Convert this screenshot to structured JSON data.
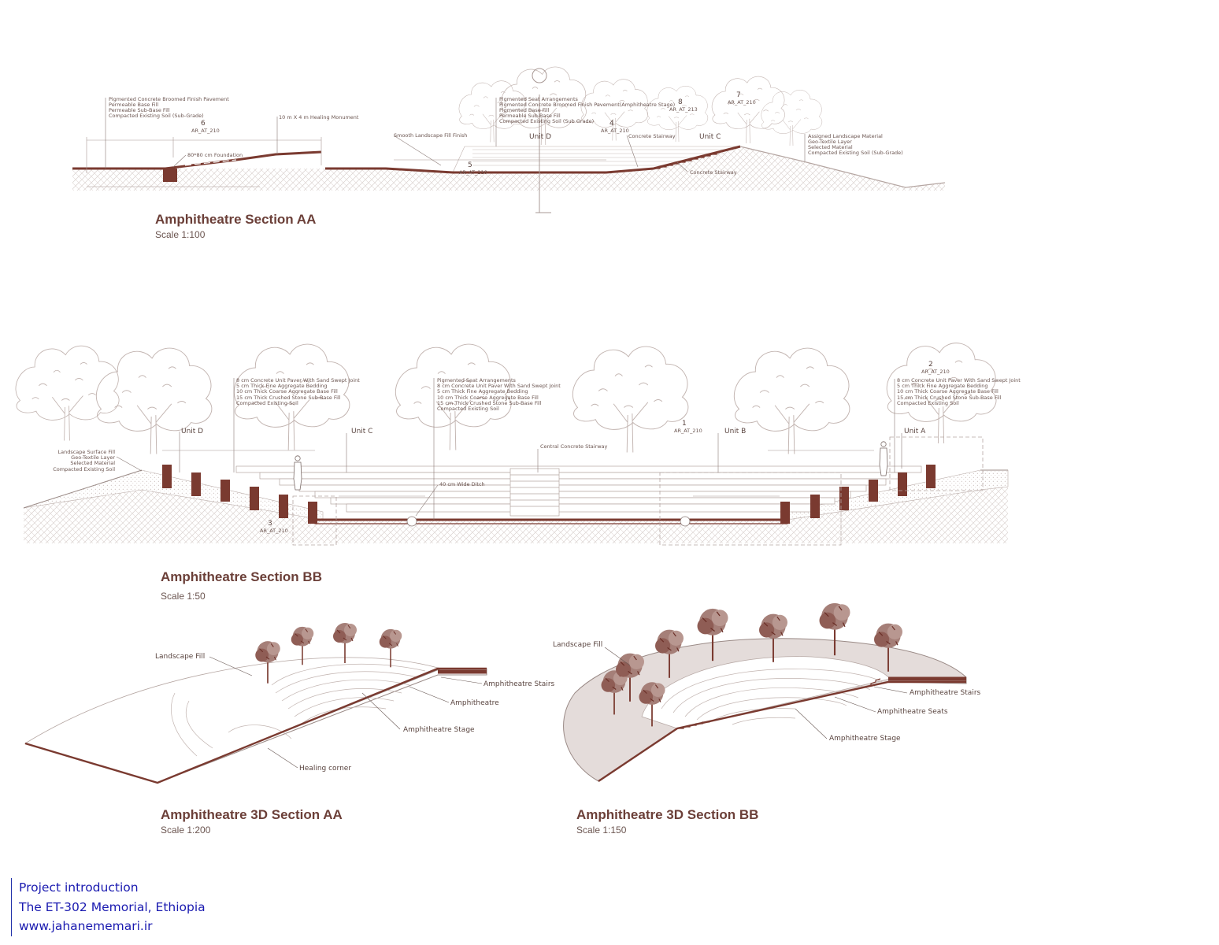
{
  "sectionAA": {
    "title": "Amphitheatre Section AA",
    "scale": "Scale 1:100",
    "notes_left": [
      "Pigmented Concrete Broomed Finish Pavement",
      "Permeable Base Fill",
      "Permeable Sub-Base Fill",
      "Compacted Existing Soil (Sub-Grade)"
    ],
    "monument": "10 m X 4 m Healing Monument",
    "foundation": "80*80 cm Foundation",
    "notes_center": [
      "Pigmented Seat Arrangements",
      "Pigmented Concrete Broomed Finish Pavement(Amphitheatre Stage)",
      "Pigmented Base Fill",
      "Permeable Sub-Base Fill",
      "Compacted Existing Soil (Sub Grade)"
    ],
    "fill_finish": "Smooth Landscape Fill Finish",
    "unit_d": "Unit D",
    "unit_c": "Unit C",
    "stair_top": "Concrete Stairway",
    "stair_bottom": "Concrete Stairway",
    "notes_right": [
      "Assigned Landscape Material",
      "Geo-Textile Layer",
      "Selected Material",
      "Compacted Existing Soil (Sub-Grade)"
    ],
    "markers": [
      {
        "num": "6",
        "ref": "AR_AT_210"
      },
      {
        "num": "4",
        "ref": "AR_AT_210"
      },
      {
        "num": "8",
        "ref": "AR_AT_213"
      },
      {
        "num": "7",
        "ref": "AR_AT_210"
      },
      {
        "num": "5",
        "ref": "AR_AT_210"
      }
    ]
  },
  "sectionBB": {
    "title": "Amphitheatre Section BB",
    "scale": "Scale 1:50",
    "notes_left": [
      "8 cm Concrete Unit Paver With Sand Swept Joint",
      "5 cm Thick Fine Aggregate Bedding",
      "10 cm Thick Coarse Aggregate Base Fill",
      "15 cm Thick Crushed Stone Sub-Base Fill",
      "Compacted Existing Soil"
    ],
    "notes_center": [
      "Pigmented Seat Arrangements",
      "8 cm Concrete Unit Paver With Sand Swept Joint",
      "5 cm Thick Fine Aggregate Bedding",
      "10 cm Thick Coarse Aggregate Base Fill",
      "15 cm Thick Crushed Stone Sub-Base Fill",
      "Compacted Existing Soil"
    ],
    "notes_right": [
      "8 cm Concrete Unit Paver With Sand Swept Joint",
      "5 cm Thick Fine Aggregate Bedding",
      "10 cm Thick Coarse Aggregate Base Fill",
      "15 cm Thick Crushed Stone Sub-Base Fill",
      "Compacted Existing Soil"
    ],
    "notes_fill": [
      "Landscape Surface Fill",
      "Geo-Textile Layer",
      "Selected Material",
      "Compacted Existing Soil"
    ],
    "unit_d": "Unit D",
    "unit_c": "Unit C",
    "unit_b": "Unit B",
    "unit_a": "Unit A",
    "central_stair": "Central Concrete Stairway",
    "ditch": "40 cm Wide Ditch",
    "markers": [
      {
        "num": "1",
        "ref": "AR_AT_210"
      },
      {
        "num": "2",
        "ref": "AR_AT_210"
      },
      {
        "num": "3",
        "ref": "AR_AT_210"
      }
    ]
  },
  "section3dAA": {
    "title": "Amphitheatre 3D Section AA",
    "scale": "Scale 1:200",
    "labels": {
      "landscape_fill": "Landscape Fill",
      "stairs": "Amphitheatre Stairs",
      "amphitheatre": "Amphitheatre",
      "stage": "Amphitheatre Stage",
      "healing": "Healing corner"
    }
  },
  "section3dBB": {
    "title": "Amphitheatre 3D Section BB",
    "scale": "Scale 1:150",
    "labels": {
      "landscape_fill": "Landscape Fill",
      "stairs": "Amphitheatre Stairs",
      "seats": "Amphitheatre Seats",
      "stage": "Amphitheatre Stage"
    }
  },
  "footer": {
    "line1": "Project introduction",
    "line2": "The ET-302 Memorial, Ethiopia",
    "line3": "www.jahanememari.ir"
  },
  "colors": {
    "accent": "#7a3a30",
    "line": "#9a8a86",
    "text": "#5a3a34",
    "footer": "#1a1ab0"
  }
}
